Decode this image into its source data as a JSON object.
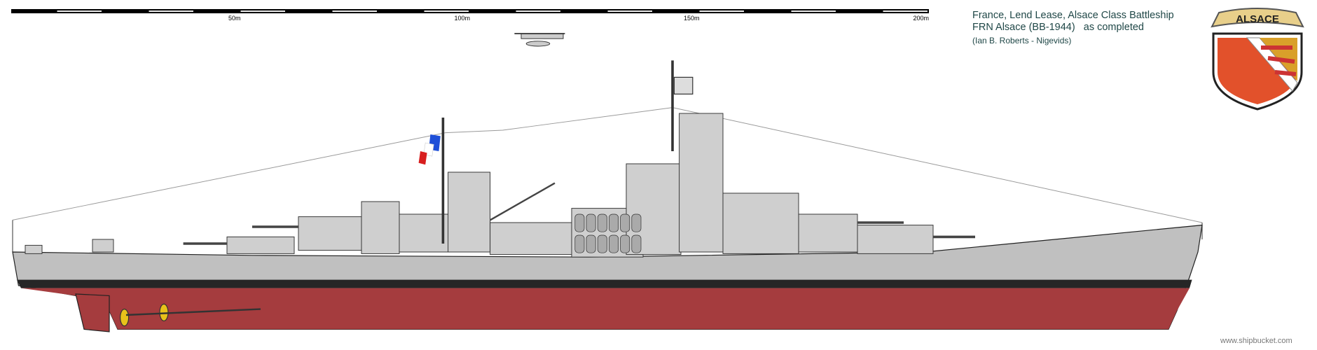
{
  "scale_bar": {
    "unit": "m",
    "max_m": 200,
    "labels": [
      "50m",
      "100m",
      "150m",
      "200m"
    ],
    "label_values_m": [
      50,
      100,
      150,
      200
    ]
  },
  "title": {
    "line1": "France, Lend Lease, Alsace Class Battleship",
    "line2": "FRN Alsace (BB-1944)   as completed",
    "credit": "(Ian B. Roberts - Nigevids)"
  },
  "emblem": {
    "banner_text": "ALSACE"
  },
  "watermark": "www.shipbucket.com",
  "colors": {
    "hull_gray": "#c0c0c0",
    "boot_top": "#262626",
    "antifouling_red": "#a53c3e",
    "title_text": "#1f4747",
    "flag_blue": "#1e4fd8",
    "flag_red": "#d81e1e"
  }
}
